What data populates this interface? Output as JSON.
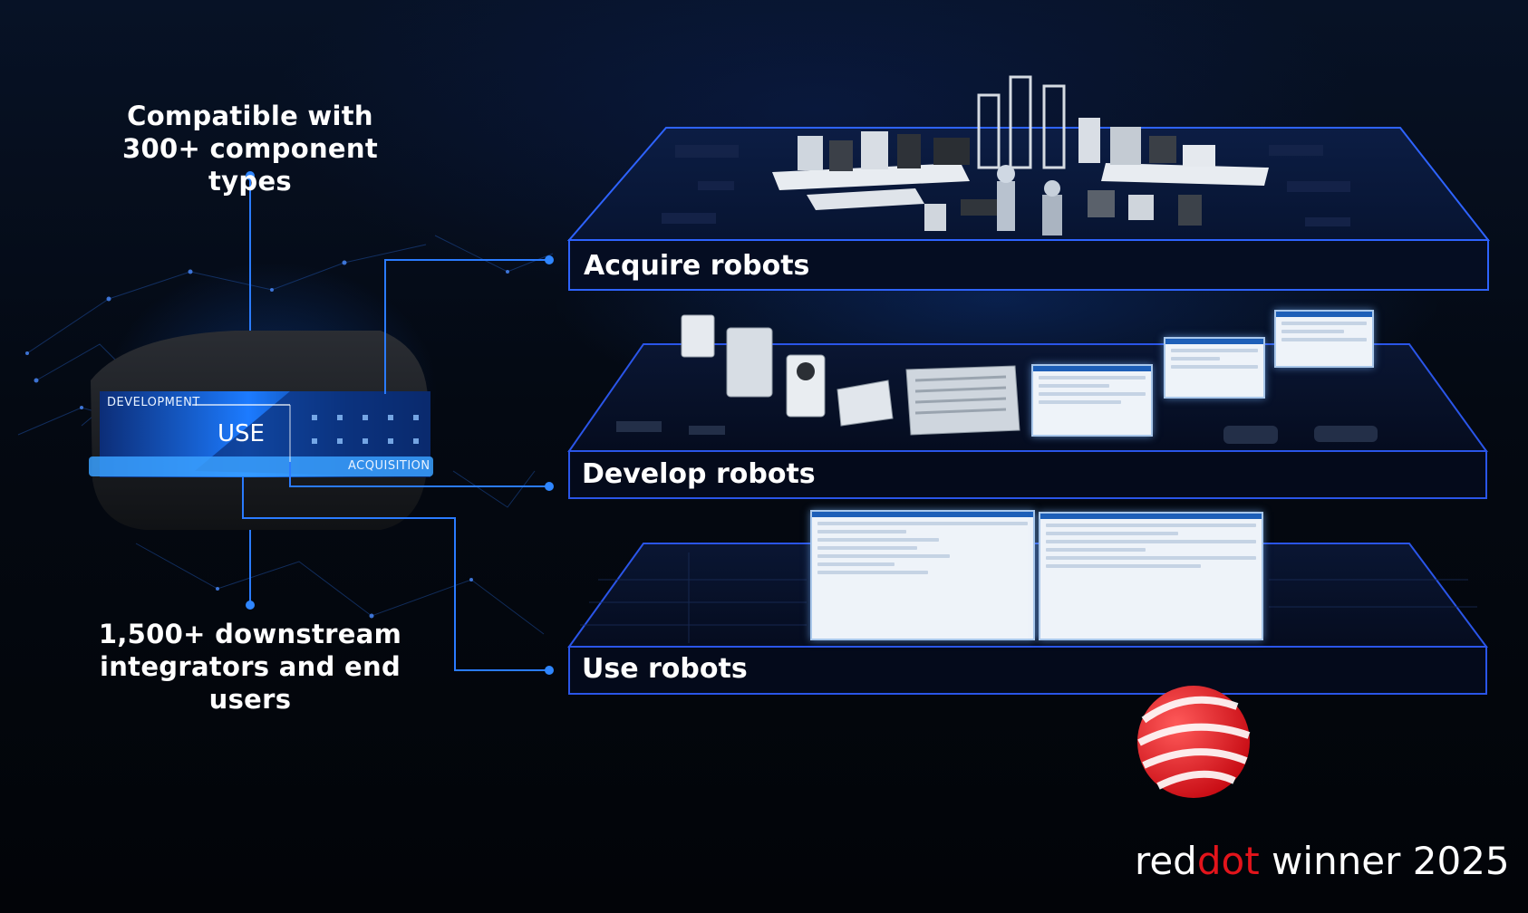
{
  "captions": {
    "top_line1": "Compatible with",
    "top_line2": "300+ component types",
    "bottom_line1": "1,500+ downstream",
    "bottom_line2": "integrators and end users"
  },
  "device": {
    "label_development": "DEVELOPMENT",
    "label_use": "USE",
    "label_acquisition": "ACQUISITION"
  },
  "layers": [
    {
      "label": "Acquire robots"
    },
    {
      "label": "Develop robots"
    },
    {
      "label": "Use robots"
    }
  ],
  "award": {
    "word_red": "red",
    "word_dot": "dot",
    "text_rest": "winner 2025"
  },
  "colors": {
    "accent_blue": "#1e6cff",
    "line_blue": "#2a7bff",
    "reddot_red": "#e3141b"
  }
}
